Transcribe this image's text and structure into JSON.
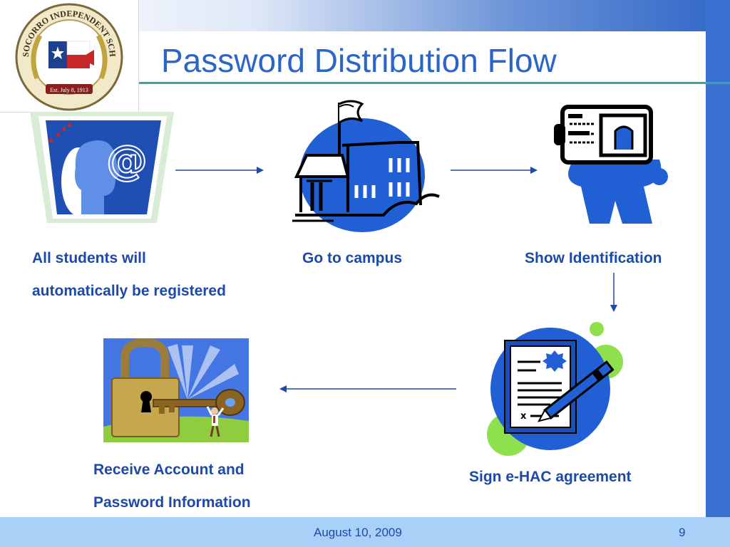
{
  "slide": {
    "title": "Password Distribution Flow",
    "footer_date": "August 10, 2009",
    "page_number": "9"
  },
  "logo": {
    "name": "SOCORRO INDEPENDENT SCHOOL DISTRICT",
    "established": "Est. July 8, 1913"
  },
  "steps": [
    {
      "line1": "All students will",
      "line2": "automatically be registered",
      "icon": "email-head-icon"
    },
    {
      "line1": "Go to campus",
      "icon": "school-building-icon"
    },
    {
      "line1": "Show Identification",
      "icon": "id-card-icon"
    },
    {
      "line1": "Sign e-HAC agreement",
      "icon": "signed-document-icon"
    },
    {
      "line1": "Receive Account and",
      "line2": "Password Information",
      "icon": "padlock-key-icon"
    }
  ],
  "colors": {
    "title": "#2b66c6",
    "label": "#1d49a8",
    "accent_blue": "#3a70cf",
    "footer_band": "#a9d1f7",
    "rule": "#3ba6a6"
  }
}
